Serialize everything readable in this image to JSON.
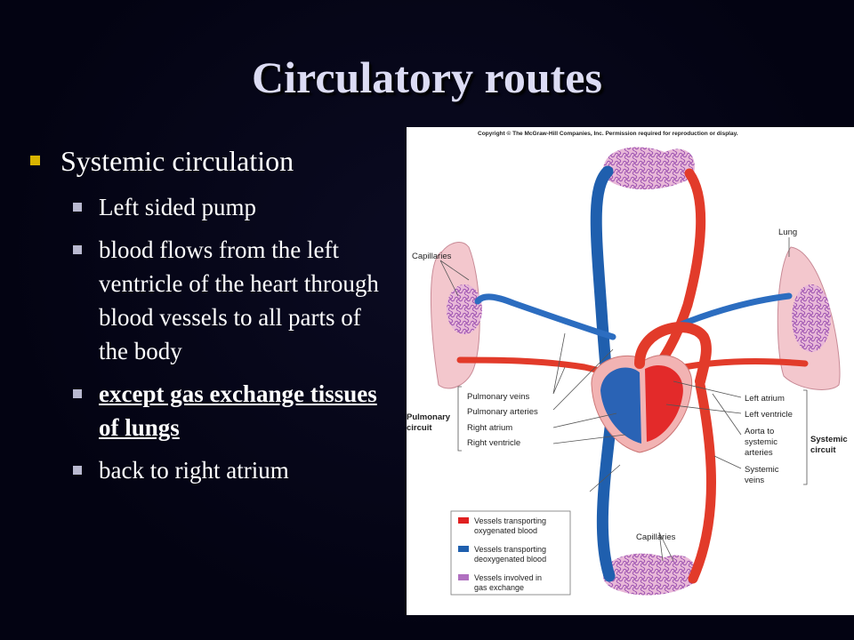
{
  "slide": {
    "title": "Circulatory routes",
    "bullets": {
      "level1": "Systemic circulation",
      "items": [
        "Left sided pump",
        "blood flows from the left ventricle of the heart through blood vessels to all parts of the body",
        "except gas exchange tissues of lungs",
        "back to right atrium"
      ]
    }
  },
  "figure": {
    "copyright": "Copyright © The McGraw-Hill Companies, Inc. Permission required for reproduction or display.",
    "labels": {
      "capillaries_top": "Capillaries",
      "lung": "Lung",
      "pulmonary_veins": "Pulmonary veins",
      "pulmonary_arteries": "Pulmonary arteries",
      "right_atrium": "Right atrium",
      "right_ventricle": "Right ventricle",
      "pulmonary_circuit_1": "Pulmonary",
      "pulmonary_circuit_2": "circuit",
      "left_atrium": "Left atrium",
      "left_ventricle": "Left ventricle",
      "aorta_1": "Aorta to",
      "aorta_2": "systemic",
      "aorta_3": "arteries",
      "systemic_veins_1": "Systemic",
      "systemic_veins_2": "veins",
      "systemic_circuit_1": "Systemic",
      "systemic_circuit_2": "circuit",
      "capillaries_bottom": "Capillaries"
    },
    "legend": [
      {
        "line1": "Vessels transporting",
        "line2": "oxygenated blood",
        "color": "#e02020"
      },
      {
        "line1": "Vessels transporting",
        "line2": "deoxygenated blood",
        "color": "#1f5fae"
      },
      {
        "line1": "Vessels involved in",
        "line2": "gas exchange",
        "color": "#b070c0"
      }
    ]
  }
}
